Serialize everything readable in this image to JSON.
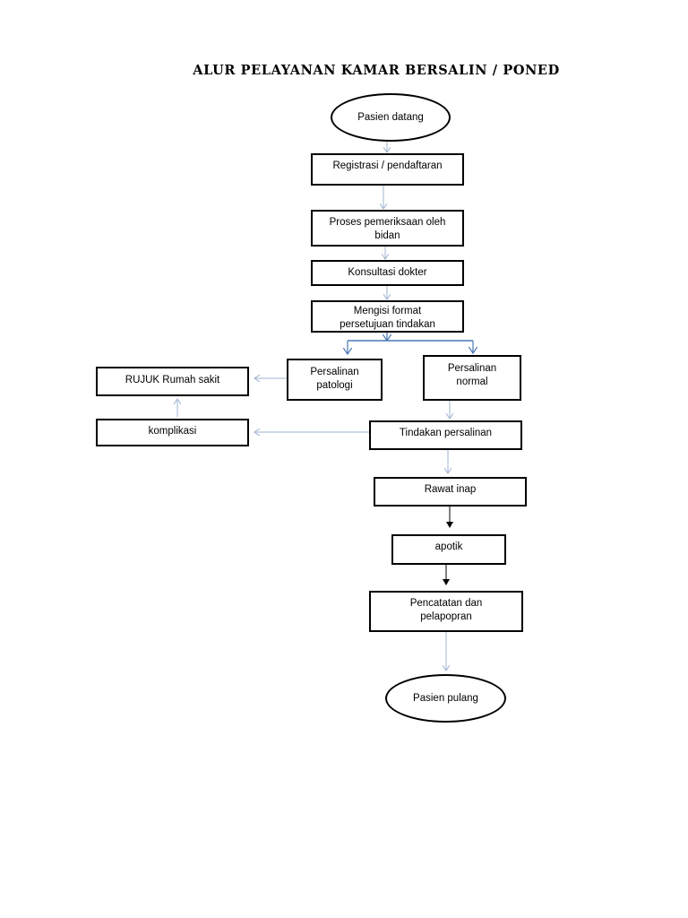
{
  "title": "ALUR PELAYANAN KAMAR BERSALIN / PONED",
  "nodes": {
    "pasien_datang": "Pasien datang",
    "registrasi": "Registrasi / pendaftaran",
    "pemeriksaan": "Proses pemeriksaan oleh\nbidan",
    "konsultasi": "Konsultasi dokter",
    "persetujuan": "Mengisi format\npersetujuan tindakan",
    "patologi": "Persalinan\npatologi",
    "normal": "Persalinan\nnormal",
    "rujuk": "RUJUK Rumah sakit",
    "komplikasi": "komplikasi",
    "tindakan": "Tindakan persalinan",
    "rawat_inap": "Rawat inap",
    "apotik": "apotik",
    "pencatatan": "Pencatatan dan\npelapopran",
    "pasien_pulang": "Pasien pulang"
  },
  "colors": {
    "box_border": "#000000",
    "arrow_light": "#9fb4d0",
    "arrow_blue": "#4a7ab5",
    "arrow_dark": "#000000"
  }
}
